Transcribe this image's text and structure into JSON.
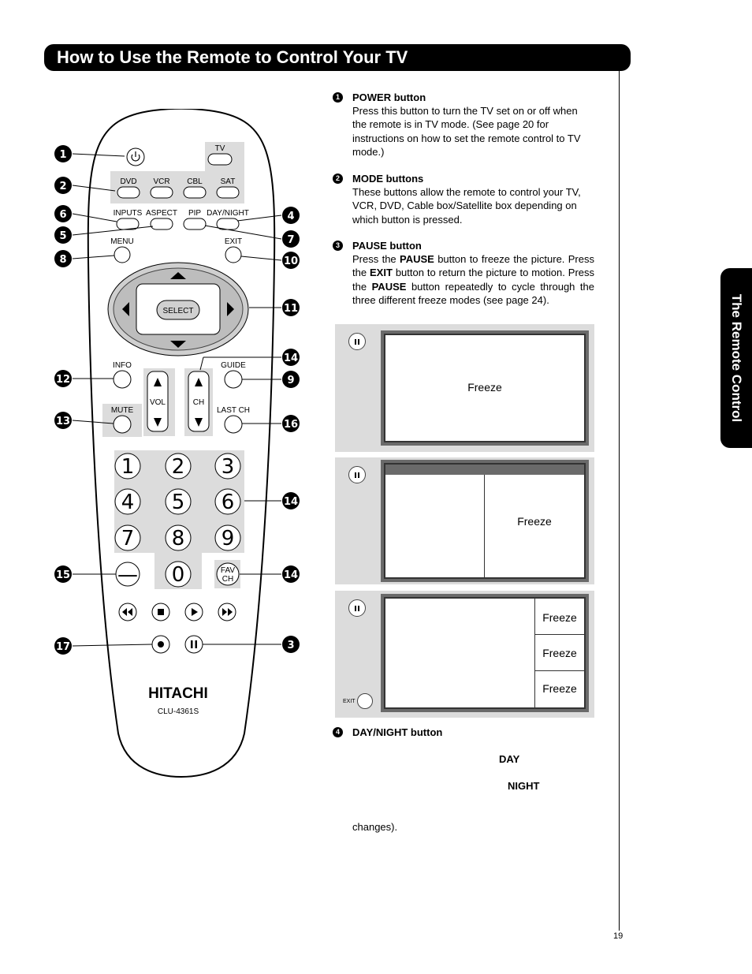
{
  "header": {
    "title": "How to Use the Remote to Control Your TV"
  },
  "side_tab": {
    "label": "The Remote Control"
  },
  "page_number": "19",
  "remote": {
    "brand": "HITACHI",
    "model": "CLU-4361S",
    "labels": {
      "tv": "TV",
      "dvd": "DVD",
      "vcr": "VCR",
      "cbl": "CBL",
      "sat": "SAT",
      "inputs": "INPUTS",
      "aspect": "ASPECT",
      "pip": "PIP",
      "day_night": "DAY/NIGHT",
      "menu": "MENU",
      "exit": "EXIT",
      "select": "SELECT",
      "info": "INFO",
      "guide": "GUIDE",
      "vol": "VOL",
      "ch": "CH",
      "mute": "MUTE",
      "last_ch": "LAST CH",
      "fav_ch_1": "FAV",
      "fav_ch_2": "CH",
      "dash": "—"
    },
    "digits": [
      "1",
      "2",
      "3",
      "4",
      "5",
      "6",
      "7",
      "8",
      "9",
      "0"
    ],
    "callouts": {
      "c1": "1",
      "c2": "2",
      "c6": "6",
      "c4": "4",
      "c5": "5",
      "c7": "7",
      "c8": "8",
      "c10": "10",
      "c11": "11",
      "c14a": "14",
      "c12": "12",
      "c9": "9",
      "c13": "13",
      "c16": "16",
      "c14b": "14",
      "c15": "15",
      "c14c": "14",
      "c17": "17",
      "c3": "3"
    }
  },
  "sections": {
    "power": {
      "num": "1",
      "heading": "POWER button",
      "body": "Press this button to turn the TV set on or off when the remote is in TV mode. (See page 20 for instructions on how to set the remote control to TV mode.)"
    },
    "mode": {
      "num": "2",
      "heading": "MODE buttons",
      "body": "These buttons allow the remote to control your TV, VCR, DVD, Cable box/Satellite box depending on which button is pressed."
    },
    "pause": {
      "num": "3",
      "heading": "PAUSE button",
      "body_1": "Press the ",
      "kw_1": "PAUSE",
      "body_2": " button to freeze the picture. Press the ",
      "kw_2": "EXIT",
      "body_3": " button to return the picture to motion. Press the ",
      "kw_3": "PAUSE",
      "body_4": " button repeatedly to cycle through the three different freeze modes (see page 24)."
    },
    "day_night": {
      "num": "4",
      "heading": "DAY/NIGHT button",
      "kw_day": "DAY",
      "kw_night": "NIGHT",
      "tail": "changes)."
    }
  },
  "freeze_panels": {
    "panel1": {
      "label": "Freeze"
    },
    "panel2": {
      "label": "Freeze"
    },
    "panel3": {
      "labels": [
        "Freeze",
        "Freeze",
        "Freeze"
      ],
      "exit_label": "EXIT"
    }
  }
}
